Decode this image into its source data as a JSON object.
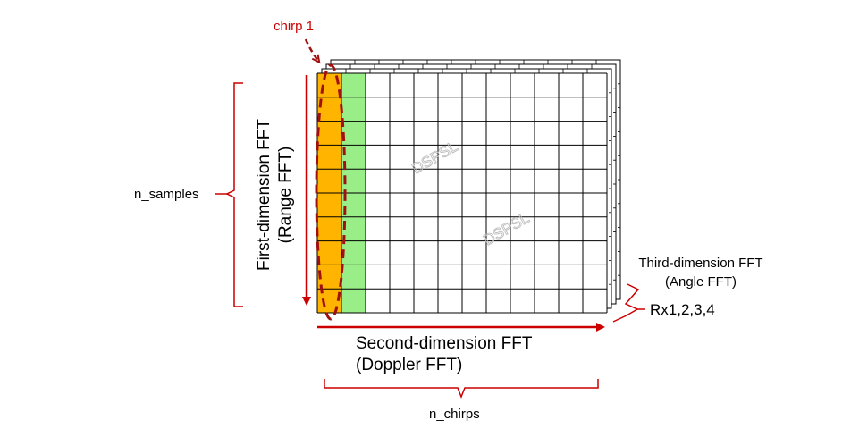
{
  "labels": {
    "chirp": "chirp 1",
    "n_samples": "n_samples",
    "first_dim_line1": "First-dimension FFT",
    "first_dim_line2": "(Range FFT)",
    "second_dim_line1": "Second-dimension FFT",
    "second_dim_line2": "(Doppler FFT)",
    "third_dim_line1": "Third-dimension FFT",
    "third_dim_line2": "(Angle FFT)",
    "rx": "Rx1,2,3,4",
    "n_chirps": "n_chirps",
    "watermark": "DSPSL"
  },
  "grid": {
    "rows": 10,
    "cols": 12,
    "layers": 4
  },
  "colors": {
    "chirp_column": "#ffb400",
    "second_column": "#99ee88",
    "accent": "#cc0000",
    "dashed_outline": "#a01010",
    "grid_line": "#000000"
  }
}
